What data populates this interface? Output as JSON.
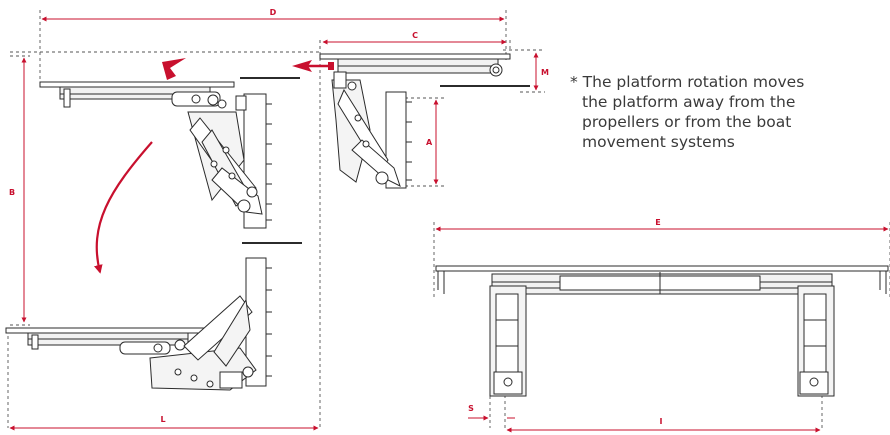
{
  "dimensions": {
    "d": "D",
    "c": "C",
    "m": "M",
    "a": "A",
    "b": "B",
    "l": "L",
    "e": "E",
    "s": "S",
    "i": "I"
  },
  "note": {
    "line1": "* The platform rotation moves",
    "line2": "the platform away from the",
    "line3": "propellers or from the boat",
    "line4": "movement systems"
  },
  "colors": {
    "dimension": "#c8102e",
    "drawing": "#2b2b2b",
    "guide": "#555555"
  }
}
